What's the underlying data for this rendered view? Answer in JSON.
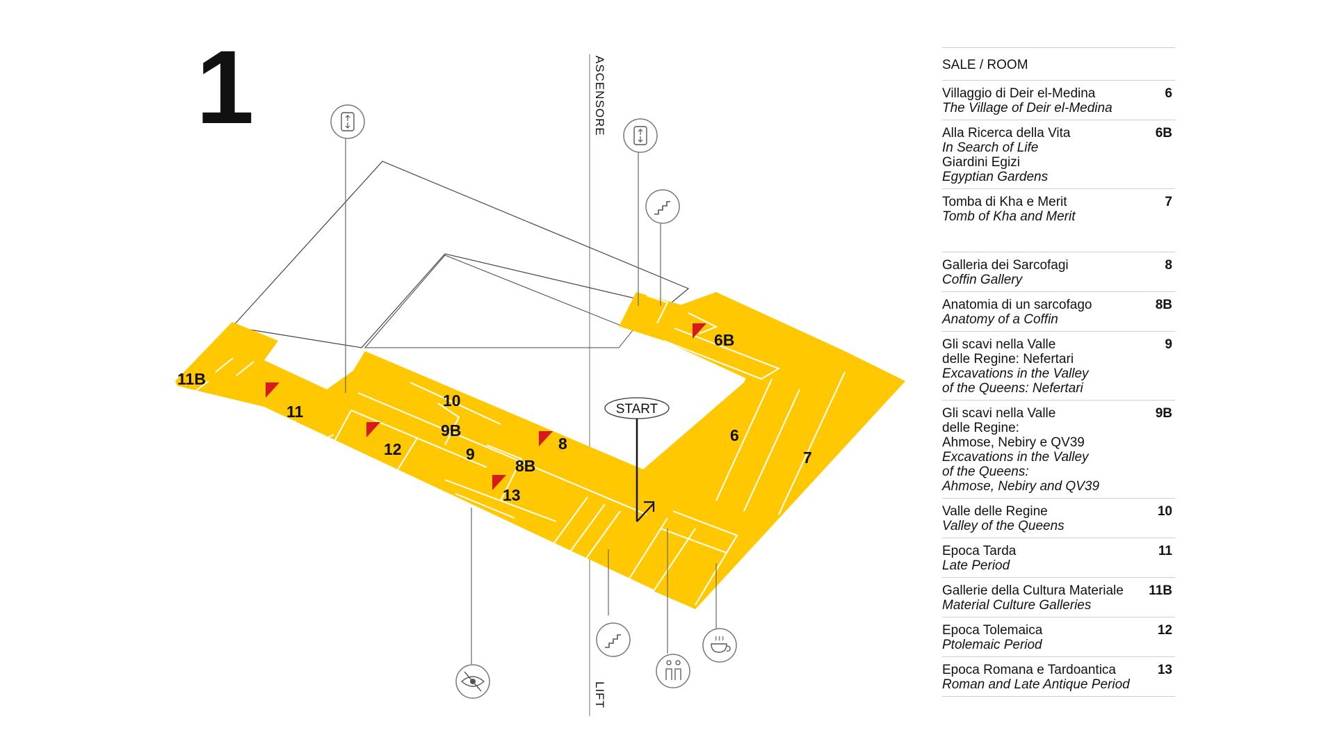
{
  "floor": {
    "number": "1"
  },
  "lift": {
    "top_label": "ASCENSORE",
    "bottom_label": "LIFT"
  },
  "start_label": "START",
  "colors": {
    "floor_fill": "#FFC800",
    "marker": "#D71920",
    "line": "#555555"
  },
  "map_rooms": {
    "r6": "6",
    "r6b": "6B",
    "r7": "7",
    "r8": "8",
    "r8b": "8B",
    "r9": "9",
    "r9b": "9B",
    "r10": "10",
    "r11": "11",
    "r11b": "11B",
    "r12": "12",
    "r13": "13"
  },
  "icons": [
    "lift-icon",
    "lift-icon",
    "stairs-icon",
    "stairs-icon",
    "accessibility-eye-icon",
    "restroom-icon",
    "cafe-icon"
  ],
  "legend": {
    "header": "SALE / ROOM",
    "rows": [
      {
        "it": "Villaggio di Deir el-Medina",
        "en": "The Village of Deir el-Medina",
        "num": "6"
      },
      {
        "it": "Alla Ricerca della Vita",
        "en": "In Search of Life",
        "it2": "Giardini Egizi",
        "en2": "Egyptian Gardens",
        "num": "6B"
      },
      {
        "it": "Tomba di Kha e Merit",
        "en": "Tomb of Kha and Merit",
        "num": "7"
      },
      {
        "it": "Galleria dei Sarcofagi",
        "en": "Coffin Gallery",
        "num": "8"
      },
      {
        "it": "Anatomia di un sarcofago",
        "en": "Anatomy of a Coffin",
        "num": "8B"
      },
      {
        "it": "Gli scavi nella Valle",
        "it2": "delle Regine: Nefertari",
        "en": "Excavations in the Valley",
        "en2": "of the Queens: Nefertari",
        "num": "9"
      },
      {
        "it": "Gli scavi nella Valle",
        "it2": "delle Regine:",
        "it3": "Ahmose, Nebiry e QV39",
        "en": "Excavations in the Valley",
        "en2": "of the Queens:",
        "en3": "Ahmose, Nebiry and QV39",
        "num": "9B"
      },
      {
        "it": "Valle delle Regine",
        "en": "Valley of the Queens",
        "num": "10"
      },
      {
        "it": "Epoca Tarda",
        "en": "Late Period",
        "num": "11"
      },
      {
        "it": "Gallerie della Cultura Materiale",
        "en": "Material Culture Galleries",
        "num": "11B"
      },
      {
        "it": "Epoca Tolemaica",
        "en": "Ptolemaic Period",
        "num": "12"
      },
      {
        "it": "Epoca Romana e Tardoantica",
        "en": "Roman and Late Antique Period",
        "num": "13"
      }
    ]
  }
}
